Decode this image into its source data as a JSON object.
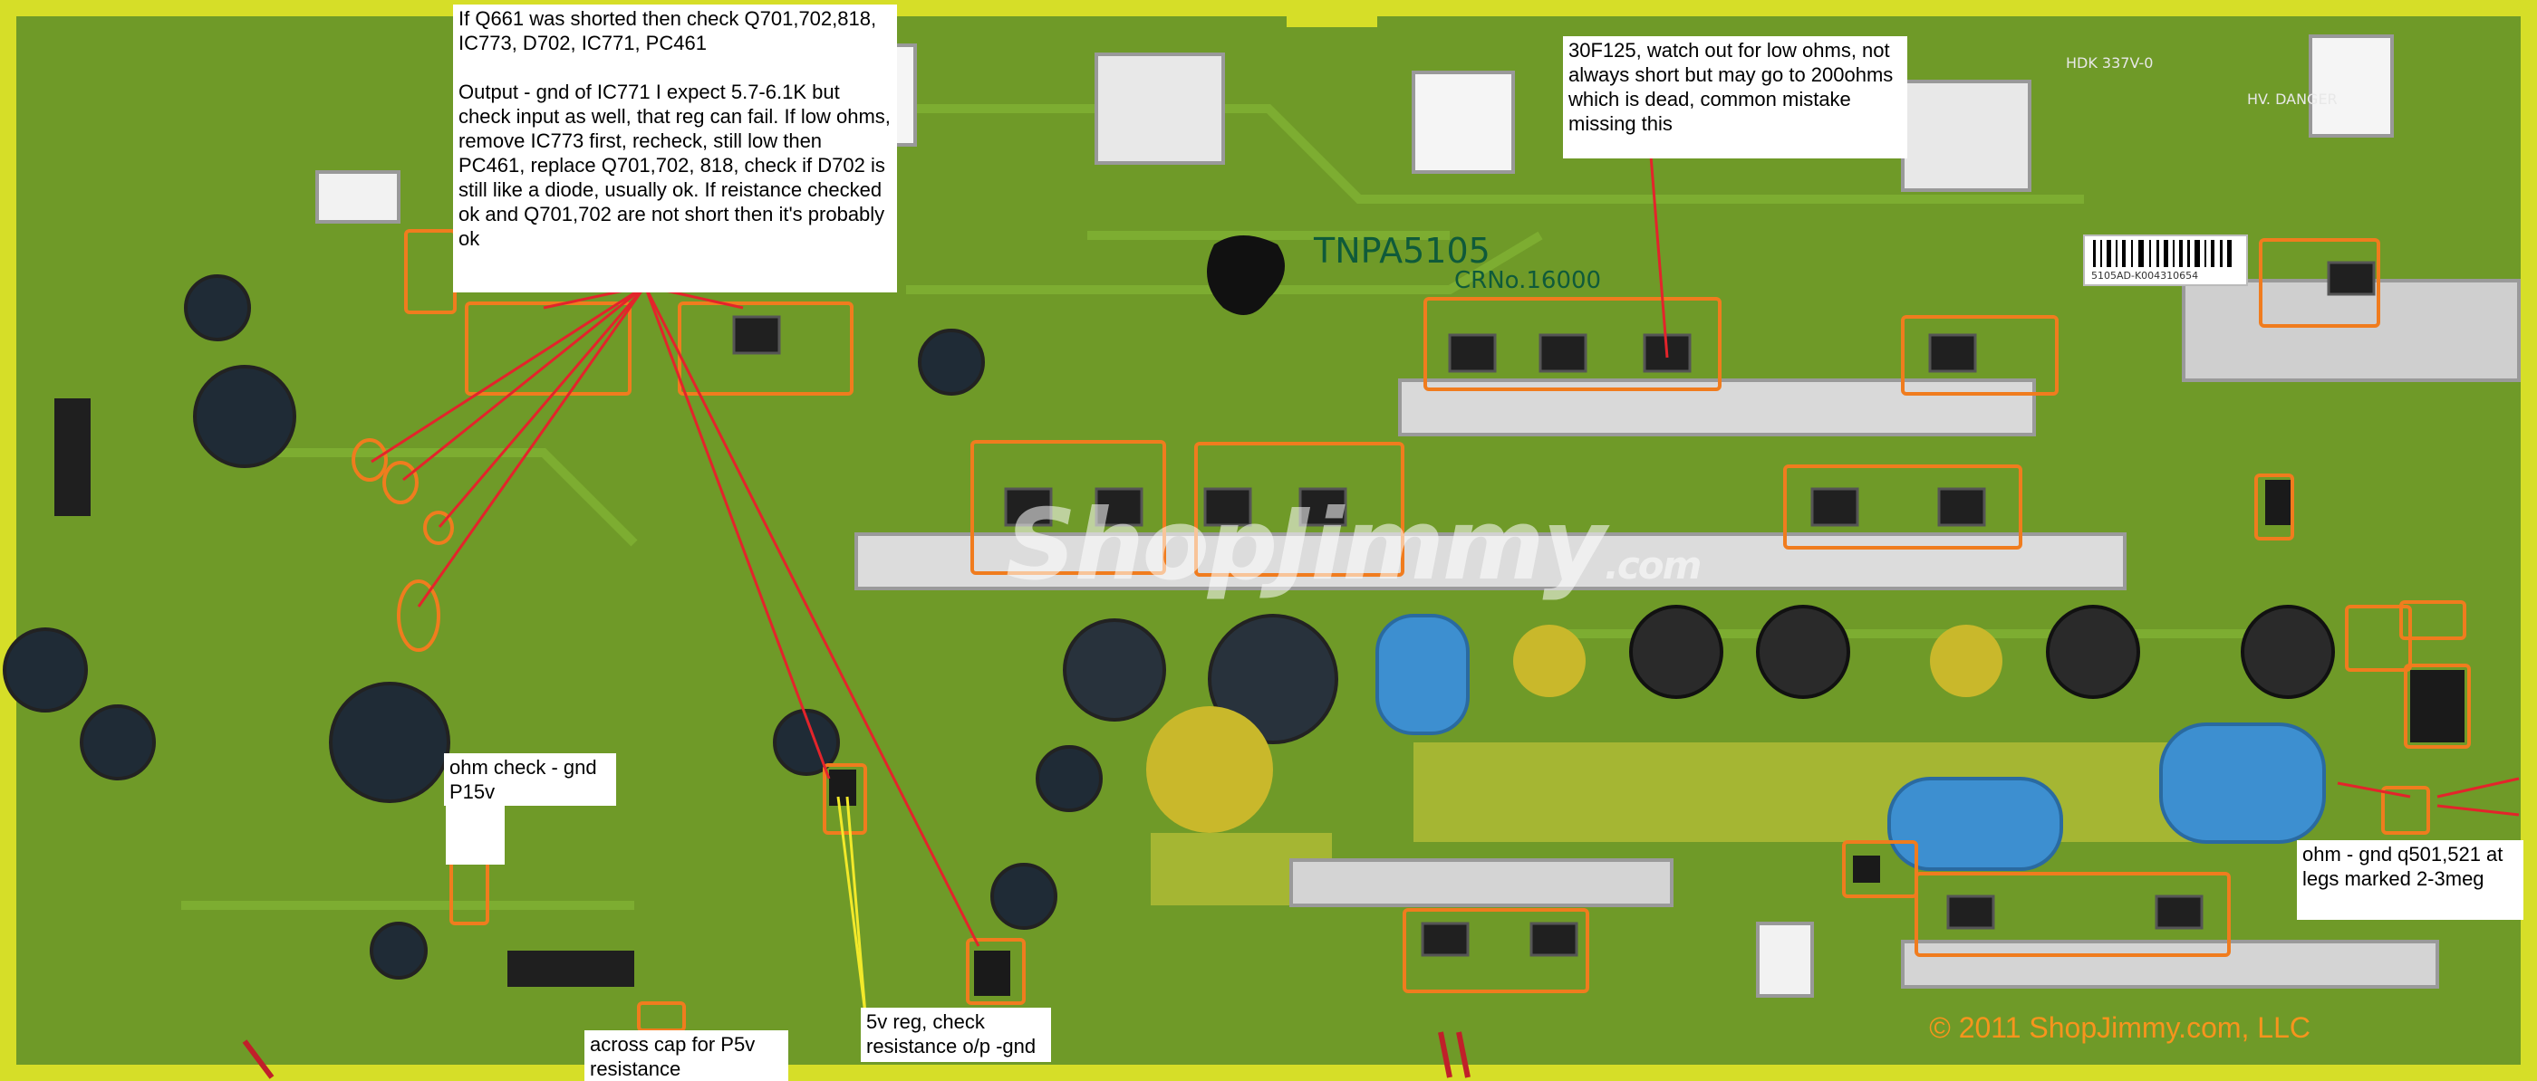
{
  "photo": {
    "pcb_silkscreen": {
      "model": "TNPA5105",
      "crno": "CRNo.16000",
      "marking": "HDK 337V-0",
      "voltage_warning": "HV. DANGER",
      "barcode_text": "5105AD-K004310654"
    },
    "watermark": "ShopJimmy",
    "watermark_suffix": ".com",
    "copyright": "© 2011 ShopJimmy.com, LLC",
    "colors": {
      "board": "#6f9a28",
      "board_yellow": "#d6de28",
      "highlight_box": "#f07c1e",
      "arrow_red": "#e3242b",
      "arrow_yellow": "#f2e92a"
    }
  },
  "annotations": {
    "q661": {
      "line1": "If Q661 was shorted then check Q701,702,818, IC773, D702, IC771, PC461",
      "line2": "Output - gnd of IC771 I expect 5.7-6.1K but check input as well, that reg can fail. If low ohms, remove IC773 first, recheck, still low then PC461, replace Q701,702, 818, check if D702 is still like a diode, usually ok. If reistance checked ok and Q701,702 are not short then it's probably ok"
    },
    "f125": "30F125, watch out for low ohms, not always short but may go to 200ohms which is dead, common mistake missing this",
    "p15v": "ohm check - gnd P15v",
    "p5v": "across cap for P5v resistance",
    "reg5v": "5v reg, check resistance o/p -gnd",
    "q501": "ohm - gnd q501,521 at legs marked 2-3meg"
  }
}
